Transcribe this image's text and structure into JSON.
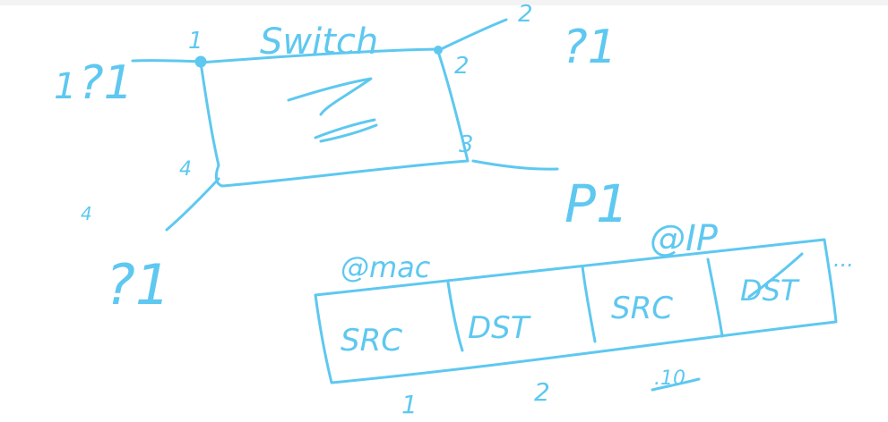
{
  "colors": {
    "ink": "#5ec8f0",
    "background": "#ffffff"
  },
  "switch_label": "Switch",
  "ports": {
    "p1": "1",
    "p2": "2",
    "p2_outer": "2",
    "p3": "3",
    "p4": "4",
    "p4_outer": "4"
  },
  "hosts": {
    "left": "?1",
    "left_prefix": "1",
    "top_right": "?1",
    "right": "P1",
    "bottom_left": "?1"
  },
  "frame_headers": {
    "mac": "@mac",
    "ip": "@IP"
  },
  "frame_fields": [
    "SRC",
    "DST",
    "SRC",
    "DST"
  ],
  "frame_more": "...",
  "frame_below": {
    "under_src_mac": "1",
    "under_dst_mac": "2",
    "under_src_ip": ".10"
  }
}
